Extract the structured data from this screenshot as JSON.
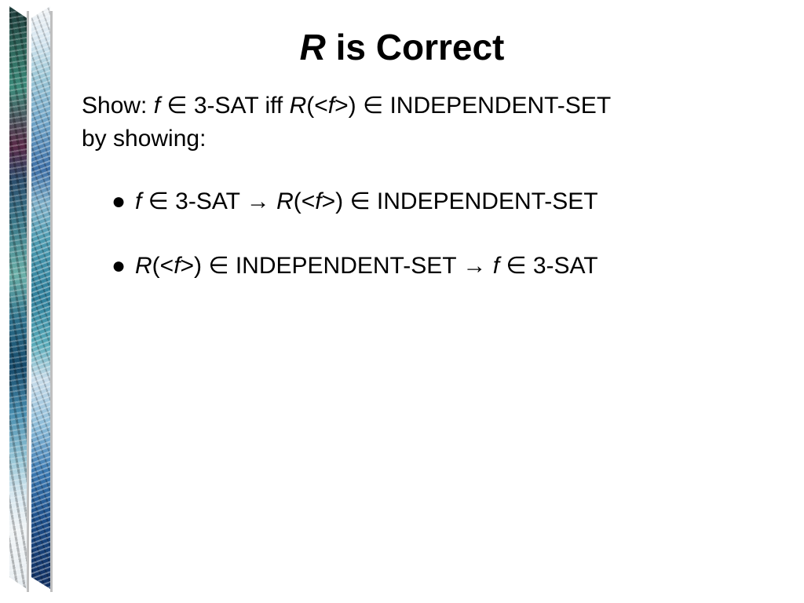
{
  "slide": {
    "title": {
      "var": "R",
      "rest": " is Correct"
    },
    "intro": {
      "line1": {
        "t1": "Show: ",
        "f": "f",
        "t2": " ∈ 3-SAT iff ",
        "R": "R",
        "t3": "(<",
        "f2": "f",
        "t4": ">) ∈ INDEPENDENT-SET"
      },
      "line2": "by showing:"
    },
    "bullets": [
      {
        "dot": "●",
        "f": "f",
        "t1": " ∈ 3-SAT → ",
        "R": "R",
        "t2": "(<",
        "f2": "f",
        "t3": ">) ∈ INDEPENDENT-SET"
      },
      {
        "dot": "●",
        "R": "R",
        "t1": "(<",
        "f": "f",
        "t2": ">) ∈ INDEPENDENT-SET → ",
        "f2": "f",
        "t3": " ∈ 3-SAT"
      }
    ]
  }
}
